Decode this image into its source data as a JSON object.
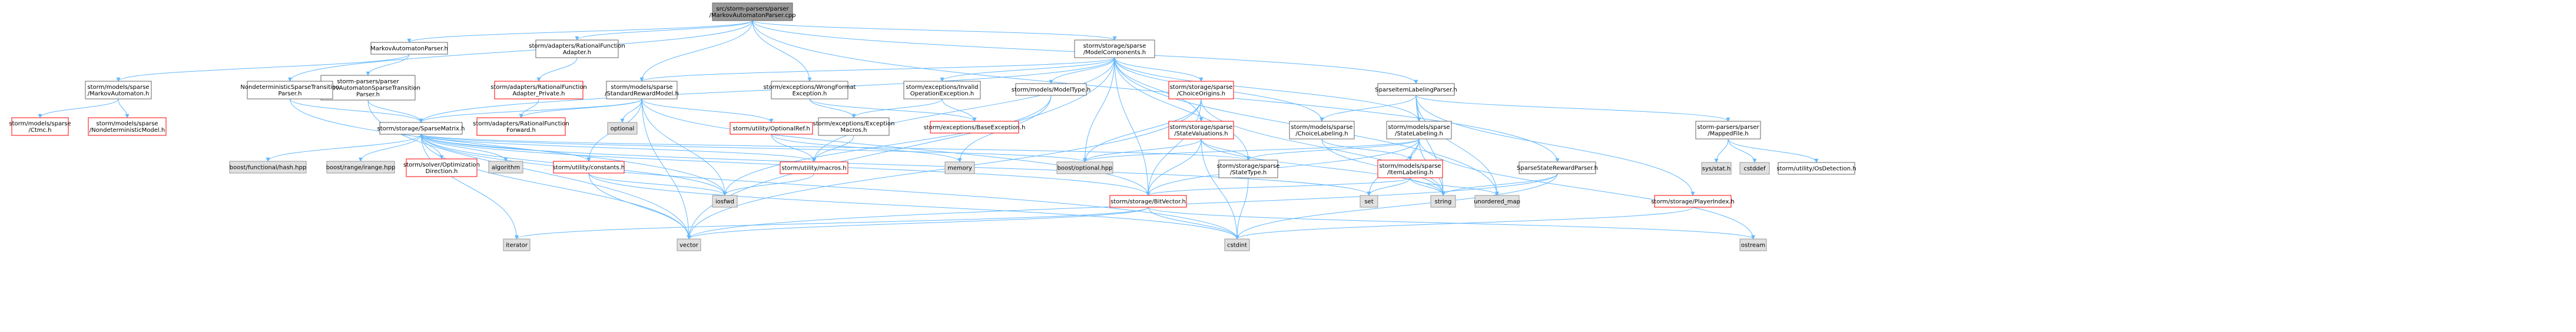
{
  "colors": {
    "root_fill": "#999999",
    "root_stroke": "#666666",
    "normal_fill": "#ffffff",
    "normal_stroke": "#666666",
    "missing_stroke": "#ff0000",
    "system_fill": "#e0e0e0",
    "system_stroke": "#999999",
    "text": "#000000",
    "edge": "#63b8ff"
  },
  "nodes": [
    {
      "id": "n0",
      "lines": [
        "src/storm-parsers/parser",
        "/MarkovAutomatonParser.cpp"
      ],
      "kind": "root"
    },
    {
      "id": "n1",
      "lines": [
        "MarkovAutomatonParser.h"
      ],
      "kind": "normal"
    },
    {
      "id": "n2",
      "lines": [
        "storm/adapters/RationalFunction",
        "Adapter.h"
      ],
      "kind": "normal"
    },
    {
      "id": "n3",
      "lines": [
        "storm/storage/sparse",
        "/ModelComponents.h"
      ],
      "kind": "normal"
    },
    {
      "id": "n4",
      "lines": [
        "storm/models/sparse",
        "/MarkovAutomaton.h"
      ],
      "kind": "normal"
    },
    {
      "id": "n5",
      "lines": [
        "storm-parsers/parser",
        "/MarkovAutomatonSparseTransition",
        "Parser.h"
      ],
      "kind": "normal"
    },
    {
      "id": "n6",
      "lines": [
        "storm/adapters/RationalFunction",
        "Adapter_Private.h"
      ],
      "kind": "missing"
    },
    {
      "id": "n7",
      "lines": [
        "NondeterministicSparseTransition",
        "Parser.h"
      ],
      "kind": "normal"
    },
    {
      "id": "n8",
      "lines": [
        "storm/models/sparse",
        "/StandardRewardModel.h"
      ],
      "kind": "normal"
    },
    {
      "id": "n9",
      "lines": [
        "storm/exceptions/WrongFormat",
        "Exception.h"
      ],
      "kind": "normal"
    },
    {
      "id": "n10",
      "lines": [
        "storm/exceptions/Invalid",
        "OperationException.h"
      ],
      "kind": "normal"
    },
    {
      "id": "n11",
      "lines": [
        "storm/models/ModelType.h"
      ],
      "kind": "normal"
    },
    {
      "id": "n12",
      "lines": [
        "storm/storage/sparse",
        "/ChoiceOrigins.h"
      ],
      "kind": "missing"
    },
    {
      "id": "n13",
      "lines": [
        "SparseItemLabelingParser.h"
      ],
      "kind": "normal"
    },
    {
      "id": "n14",
      "lines": [
        "storm/models/sparse",
        "/Ctmc.h"
      ],
      "kind": "missing"
    },
    {
      "id": "n15",
      "lines": [
        "storm/models/sparse",
        "/NondeterministicModel.h"
      ],
      "kind": "missing"
    },
    {
      "id": "n16",
      "lines": [
        "storm/storage/SparseMatrix.h"
      ],
      "kind": "normal"
    },
    {
      "id": "n17",
      "lines": [
        "storm/adapters/RationalFunction",
        "Forward.h"
      ],
      "kind": "missing"
    },
    {
      "id": "n18",
      "lines": [
        "optional"
      ],
      "kind": "system"
    },
    {
      "id": "n19",
      "lines": [
        "storm/utility/OptionalRef.h"
      ],
      "kind": "missing"
    },
    {
      "id": "n20",
      "lines": [
        "storm/exceptions/Exception",
        "Macros.h"
      ],
      "kind": "normal"
    },
    {
      "id": "n21",
      "lines": [
        "storm/exceptions/BaseException.h"
      ],
      "kind": "missing"
    },
    {
      "id": "n22",
      "lines": [
        "storm/storage/sparse",
        "/StateValuations.h"
      ],
      "kind": "missing"
    },
    {
      "id": "n23",
      "lines": [
        "storm/models/sparse",
        "/ChoiceLabeling.h"
      ],
      "kind": "normal"
    },
    {
      "id": "n24",
      "lines": [
        "storm/models/sparse",
        "/StateLabeling.h"
      ],
      "kind": "normal"
    },
    {
      "id": "n25",
      "lines": [
        "storm-parsers/parser",
        "/MappedFile.h"
      ],
      "kind": "normal"
    },
    {
      "id": "n26",
      "lines": [
        "boost/functional/hash.hpp"
      ],
      "kind": "system"
    },
    {
      "id": "n27",
      "lines": [
        "boost/range/irange.hpp"
      ],
      "kind": "system"
    },
    {
      "id": "n28",
      "lines": [
        "storm/solver/Optimization",
        "Direction.h"
      ],
      "kind": "missing"
    },
    {
      "id": "n29",
      "lines": [
        "algorithm"
      ],
      "kind": "system"
    },
    {
      "id": "n30",
      "lines": [
        "storm/utility/constants.h"
      ],
      "kind": "missing"
    },
    {
      "id": "n31",
      "lines": [
        "storm/utility/macros.h"
      ],
      "kind": "missing"
    },
    {
      "id": "n32",
      "lines": [
        "memory"
      ],
      "kind": "system"
    },
    {
      "id": "n33",
      "lines": [
        "boost/optional.hpp"
      ],
      "kind": "system"
    },
    {
      "id": "n34",
      "lines": [
        "storm/storage/sparse",
        "/StateType.h"
      ],
      "kind": "normal"
    },
    {
      "id": "n35",
      "lines": [
        "storm/models/sparse",
        "/ItemLabeling.h"
      ],
      "kind": "missing"
    },
    {
      "id": "n36",
      "lines": [
        "SparseStateRewardParser.h"
      ],
      "kind": "normal"
    },
    {
      "id": "n37",
      "lines": [
        "sys/stat.h"
      ],
      "kind": "system"
    },
    {
      "id": "n38",
      "lines": [
        "cstddef"
      ],
      "kind": "system"
    },
    {
      "id": "n39",
      "lines": [
        "storm/utility/OsDetection.h"
      ],
      "kind": "normal"
    },
    {
      "id": "n40",
      "lines": [
        "set"
      ],
      "kind": "system"
    },
    {
      "id": "n41",
      "lines": [
        "iosfwd"
      ],
      "kind": "system"
    },
    {
      "id": "n42",
      "lines": [
        "storm/storage/BitVector.h"
      ],
      "kind": "missing"
    },
    {
      "id": "n43",
      "lines": [
        "string"
      ],
      "kind": "system"
    },
    {
      "id": "n44",
      "lines": [
        "unordered_map"
      ],
      "kind": "system"
    },
    {
      "id": "n45",
      "lines": [
        "storm/storage/PlayerIndex.h"
      ],
      "kind": "missing"
    },
    {
      "id": "n46",
      "lines": [
        "iterator"
      ],
      "kind": "system"
    },
    {
      "id": "n47",
      "lines": [
        "vector"
      ],
      "kind": "system"
    },
    {
      "id": "n48",
      "lines": [
        "cstdint"
      ],
      "kind": "system"
    },
    {
      "id": "n49",
      "lines": [
        "ostream"
      ],
      "kind": "system"
    }
  ],
  "edges": [
    [
      "n0",
      "n1"
    ],
    [
      "n0",
      "n2"
    ],
    [
      "n0",
      "n3"
    ],
    [
      "n0",
      "n7"
    ],
    [
      "n0",
      "n8"
    ],
    [
      "n0",
      "n9"
    ],
    [
      "n0",
      "n13"
    ],
    [
      "n0",
      "n36"
    ],
    [
      "n1",
      "n4"
    ],
    [
      "n1",
      "n5"
    ],
    [
      "n4",
      "n14"
    ],
    [
      "n4",
      "n15"
    ],
    [
      "n5",
      "n16"
    ],
    [
      "n5",
      "n47"
    ],
    [
      "n2",
      "n6"
    ],
    [
      "n6",
      "n17"
    ],
    [
      "n7",
      "n16"
    ],
    [
      "n7",
      "n41"
    ],
    [
      "n3",
      "n8"
    ],
    [
      "n3",
      "n11"
    ],
    [
      "n3",
      "n12"
    ],
    [
      "n3",
      "n22"
    ],
    [
      "n3",
      "n23"
    ],
    [
      "n3",
      "n24"
    ],
    [
      "n3",
      "n16"
    ],
    [
      "n3",
      "n42"
    ],
    [
      "n3",
      "n47"
    ],
    [
      "n3",
      "n33"
    ],
    [
      "n3",
      "n34"
    ],
    [
      "n3",
      "n44"
    ],
    [
      "n3",
      "n31"
    ],
    [
      "n3",
      "n10"
    ],
    [
      "n8",
      "n16"
    ],
    [
      "n8",
      "n17"
    ],
    [
      "n8",
      "n18"
    ],
    [
      "n8",
      "n19"
    ],
    [
      "n8",
      "n30"
    ],
    [
      "n8",
      "n47"
    ],
    [
      "n8",
      "n41"
    ],
    [
      "n8",
      "n42"
    ],
    [
      "n9",
      "n20"
    ],
    [
      "n9",
      "n21"
    ],
    [
      "n10",
      "n20"
    ],
    [
      "n10",
      "n21"
    ],
    [
      "n11",
      "n32"
    ],
    [
      "n11",
      "n41"
    ],
    [
      "n12",
      "n33"
    ],
    [
      "n12",
      "n42"
    ],
    [
      "n12",
      "n47"
    ],
    [
      "n12",
      "n43"
    ],
    [
      "n13",
      "n23"
    ],
    [
      "n13",
      "n24"
    ],
    [
      "n13",
      "n25"
    ],
    [
      "n13",
      "n45"
    ],
    [
      "n13",
      "n43"
    ],
    [
      "n13",
      "n44"
    ],
    [
      "n16",
      "n26"
    ],
    [
      "n16",
      "n27"
    ],
    [
      "n16",
      "n28"
    ],
    [
      "n16",
      "n29"
    ],
    [
      "n16",
      "n30"
    ],
    [
      "n16",
      "n31"
    ],
    [
      "n16",
      "n33"
    ],
    [
      "n16",
      "n34"
    ],
    [
      "n16",
      "n40"
    ],
    [
      "n16",
      "n42"
    ],
    [
      "n16",
      "n46"
    ],
    [
      "n16",
      "n47"
    ],
    [
      "n16",
      "n48"
    ],
    [
      "n16",
      "n41"
    ],
    [
      "n19",
      "n31"
    ],
    [
      "n19",
      "n32"
    ],
    [
      "n20",
      "n31"
    ],
    [
      "n22",
      "n33"
    ],
    [
      "n22",
      "n34"
    ],
    [
      "n22",
      "n42"
    ],
    [
      "n22",
      "n43"
    ],
    [
      "n22",
      "n48"
    ],
    [
      "n23",
      "n35"
    ],
    [
      "n23",
      "n43"
    ],
    [
      "n24",
      "n35"
    ],
    [
      "n24",
      "n33"
    ],
    [
      "n24",
      "n40"
    ],
    [
      "n24",
      "n34"
    ],
    [
      "n24",
      "n42"
    ],
    [
      "n24",
      "n49"
    ],
    [
      "n24",
      "n43"
    ],
    [
      "n25",
      "n37"
    ],
    [
      "n25",
      "n38"
    ],
    [
      "n25",
      "n39"
    ],
    [
      "n30",
      "n47"
    ],
    [
      "n30",
      "n48"
    ],
    [
      "n30",
      "n41"
    ],
    [
      "n31",
      "n41"
    ],
    [
      "n34",
      "n48"
    ],
    [
      "n35",
      "n42"
    ],
    [
      "n35",
      "n43"
    ],
    [
      "n35",
      "n44"
    ],
    [
      "n35",
      "n40"
    ],
    [
      "n36",
      "n43"
    ],
    [
      "n36",
      "n47"
    ],
    [
      "n36",
      "n48"
    ],
    [
      "n42",
      "n47"
    ],
    [
      "n42",
      "n48"
    ],
    [
      "n42",
      "n49"
    ],
    [
      "n42",
      "n46"
    ],
    [
      "n45",
      "n48"
    ]
  ]
}
